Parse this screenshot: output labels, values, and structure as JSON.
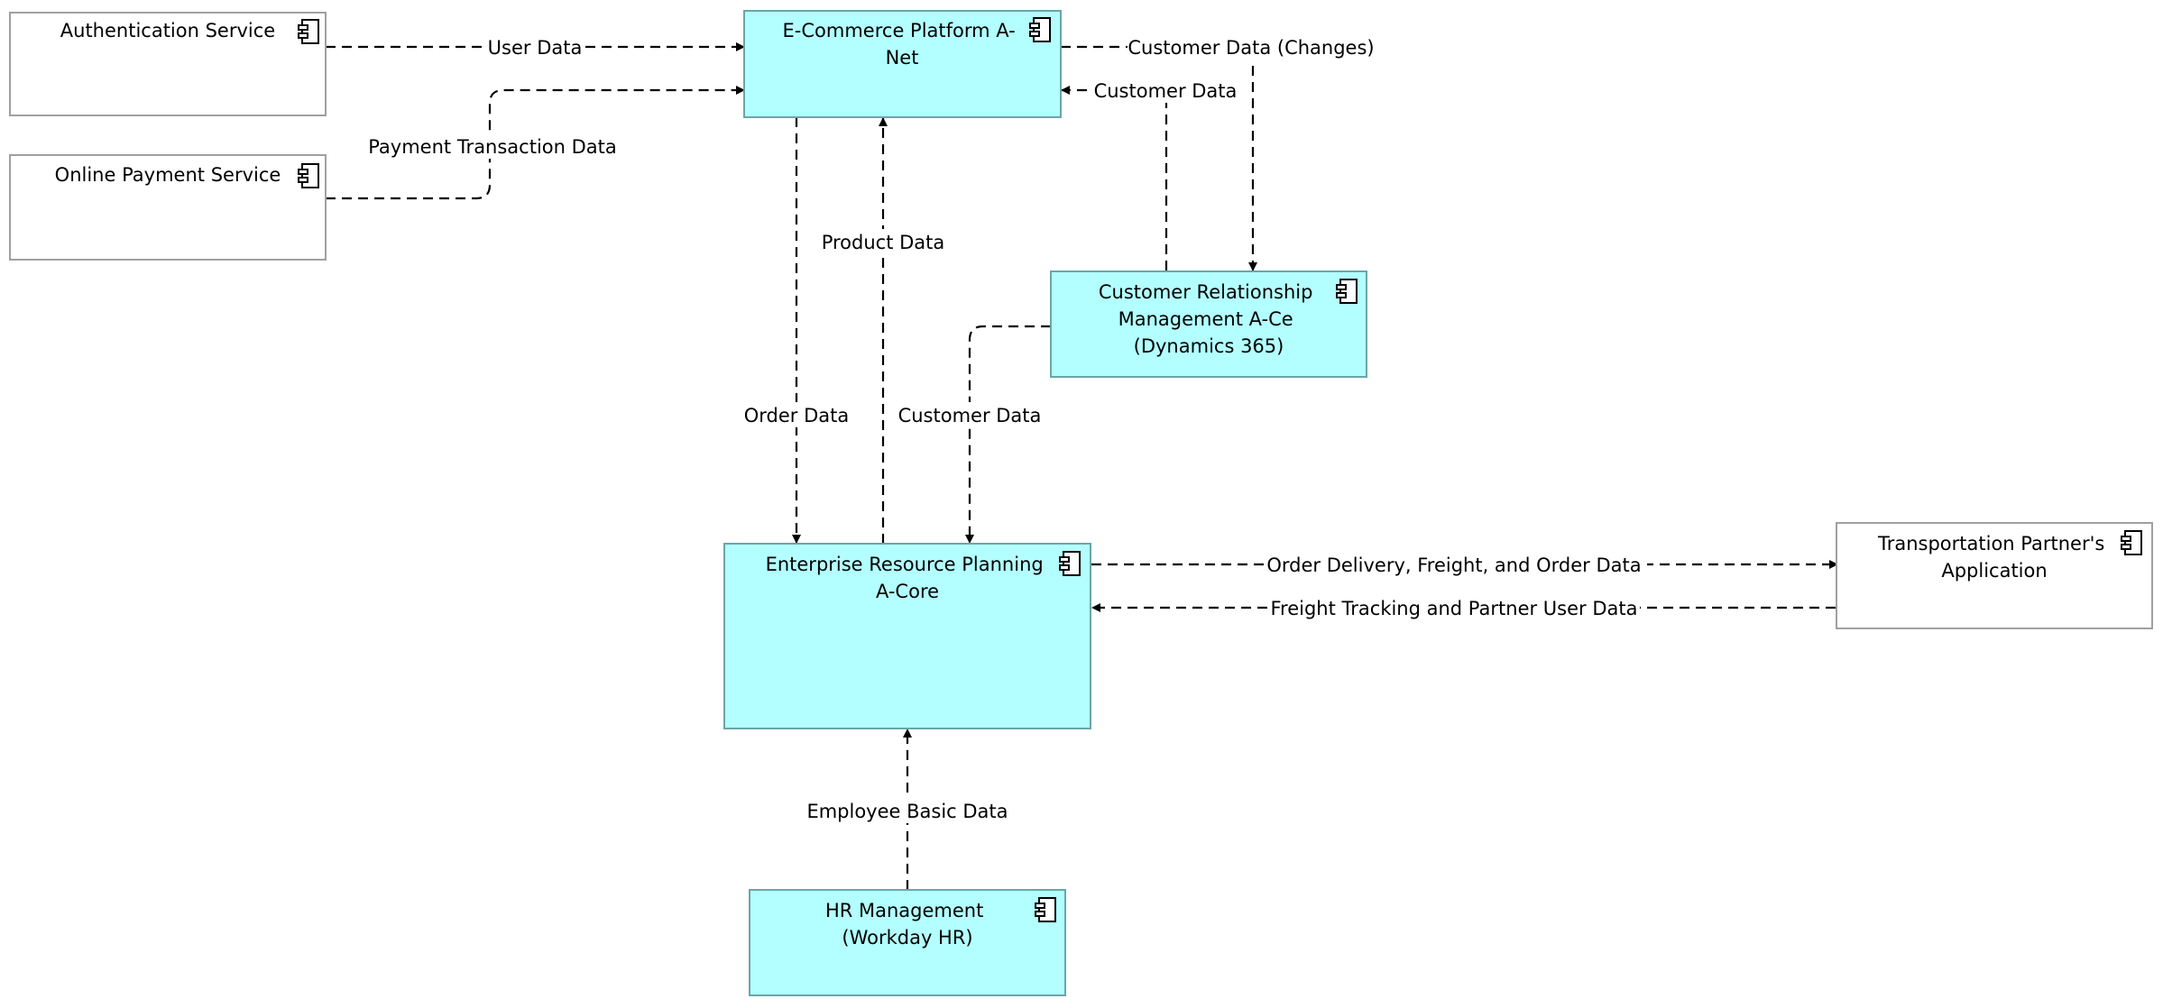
{
  "colors": {
    "internal_fill": "#b3ffff",
    "internal_stroke": "#6aa6a8",
    "external_fill": "#ffffff",
    "external_stroke": "#a0a0a0",
    "edge": "#000000"
  },
  "nodes": {
    "auth": {
      "label_lines": [
        "Authentication Service"
      ],
      "icon": "component-icon"
    },
    "payment": {
      "label_lines": [
        "Online Payment Service"
      ],
      "icon": "component-icon"
    },
    "ecommerce": {
      "label_lines": [
        "E-Commerce Platform A-",
        "Net"
      ],
      "icon": "component-icon"
    },
    "crm": {
      "label_lines": [
        "Customer Relationship",
        "Management A-Ce",
        "(Dynamics 365)"
      ],
      "icon": "component-icon"
    },
    "erp": {
      "label_lines": [
        "Enterprise Resource Planning",
        "A-Core"
      ],
      "icon": "component-icon"
    },
    "transport": {
      "label_lines": [
        "Transportation Partner's",
        "Application"
      ],
      "icon": "component-icon"
    },
    "hr": {
      "label_lines": [
        "HR Management",
        "(Workday HR)"
      ],
      "icon": "component-icon"
    }
  },
  "edges": {
    "user_data": {
      "label": "User Data"
    },
    "payment_tx": {
      "label": "Payment Transaction Data"
    },
    "cust_changes": {
      "label": "Customer Data (Changes)"
    },
    "cust_to_ecom": {
      "label": "Customer Data"
    },
    "product_data": {
      "label": "Product Data"
    },
    "order_data": {
      "label": "Order Data"
    },
    "cust_to_erp": {
      "label": "Customer Data"
    },
    "order_delivery": {
      "label": "Order Delivery, Freight, and Order Data"
    },
    "freight_tracking": {
      "label": "Freight Tracking and Partner User Data"
    },
    "employee_data": {
      "label": "Employee Basic Data"
    }
  }
}
